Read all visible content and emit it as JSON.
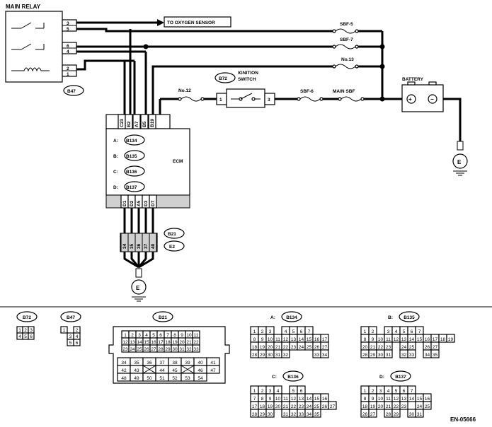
{
  "title_main_relay": "MAIN RELAY",
  "to_oxygen_sensor": "TO OXYGEN SENSOR",
  "fuses": {
    "sbf5": "SBF-5",
    "sbf7": "SBF-7",
    "no13": "No.13",
    "no12": "No.12",
    "sbf6": "SBF-6",
    "main_sbf": "MAIN SBF"
  },
  "battery": "BATTERY",
  "ignition": {
    "label_1": "IGNITION",
    "label_2": "SWITCH",
    "connector": "B72",
    "pin_left": "1",
    "pin_right": "3"
  },
  "relay": {
    "connector": "B47",
    "pins": [
      "3",
      "5",
      "6",
      "4",
      "2",
      "1"
    ]
  },
  "ecm": {
    "label": "ECM",
    "top_pins": [
      "C23",
      "B2",
      "A7",
      "B5",
      "B19"
    ],
    "bottom_pins": [
      "D1",
      "D2",
      "A5",
      "D3",
      "D7"
    ],
    "connectors": [
      {
        "prefix": "A:",
        "id": "B134"
      },
      {
        "prefix": "B:",
        "id": "B135"
      },
      {
        "prefix": "C:",
        "id": "B136"
      },
      {
        "prefix": "D:",
        "id": "B137"
      }
    ]
  },
  "ground_connector": {
    "ids": [
      "B21",
      "E2"
    ],
    "pins": [
      "34",
      "35",
      "36",
      "37",
      "40"
    ]
  },
  "ground_label": "E",
  "figure_id": "EN-05666",
  "legend": {
    "b72": {
      "id": "B72",
      "rows": [
        [
          "1",
          "2",
          "3"
        ],
        [
          "4",
          "5",
          "6"
        ]
      ]
    },
    "b47": {
      "id": "B47",
      "rows": [
        [
          "1",
          "",
          "2"
        ],
        [
          "",
          "3",
          "4"
        ],
        [
          "",
          "5",
          "6"
        ]
      ]
    },
    "b21": {
      "id": "B21",
      "top": [
        [
          "1",
          "2",
          "3",
          "4",
          "5",
          "6",
          "7",
          "8",
          "9",
          "10",
          "11"
        ],
        [
          "12",
          "13",
          "14",
          "15",
          "16",
          "17",
          "18",
          "19",
          "20",
          "21",
          "22"
        ],
        [
          "23",
          "24",
          "25",
          "26",
          "27",
          "28",
          "29",
          "30",
          "31",
          "32",
          "33"
        ]
      ],
      "bottom": [
        [
          "34",
          "35",
          "36",
          "37",
          "38",
          "39",
          "40",
          "41"
        ],
        [
          "42",
          "43",
          "X",
          "44",
          "45",
          "X",
          "46",
          "47"
        ],
        [
          "48",
          "49",
          "50",
          "51",
          "52",
          "53",
          "54"
        ]
      ]
    },
    "a": {
      "prefix": "A:",
      "id": "B134",
      "rows": [
        [
          "1",
          "2",
          "3",
          "",
          "4",
          "5",
          "6",
          "7"
        ],
        [
          "8",
          "9",
          "10",
          "11",
          "12",
          "13",
          "14",
          "15",
          "16",
          "17"
        ],
        [
          "18",
          "19",
          "20",
          "21",
          "22",
          "23",
          "24",
          "25",
          "26",
          "27"
        ],
        [
          "28",
          "29",
          "30",
          "31",
          "32",
          "",
          "",
          "",
          "33",
          "34"
        ]
      ]
    },
    "b": {
      "prefix": "B:",
      "id": "B135",
      "rows": [
        [
          "1",
          "2",
          "",
          "3",
          "4",
          "5",
          "6",
          "7"
        ],
        [
          "8",
          "9",
          "10",
          "11",
          "12",
          "13",
          "14",
          "15",
          "16",
          "17",
          "18",
          "19"
        ],
        [
          "20",
          "21",
          "22",
          "23",
          "",
          "24",
          "25",
          "",
          "26",
          "27"
        ],
        [
          "28",
          "29",
          "30",
          "31",
          "",
          "32",
          "33",
          "",
          "34",
          "35"
        ]
      ]
    },
    "c": {
      "prefix": "C:",
      "id": "B136",
      "rows": [
        [
          "1",
          "2",
          "3",
          "4",
          "",
          "5",
          "6"
        ],
        [
          "7",
          "8",
          "9",
          "10",
          "11",
          "12",
          "13",
          "14",
          "15",
          "16"
        ],
        [
          "17",
          "18",
          "19",
          "20",
          "21",
          "22",
          "23",
          "24",
          "25",
          "26",
          "27"
        ],
        [
          "28",
          "29",
          "30",
          "",
          "31",
          "32",
          "33",
          "34",
          "35"
        ]
      ]
    },
    "d": {
      "prefix": "D:",
      "id": "B137",
      "rows": [
        [
          "1",
          "2",
          "3",
          "4",
          "5",
          "6",
          "7"
        ],
        [
          "8",
          "9",
          "10",
          "11",
          "12",
          "13",
          "14",
          "15",
          "16"
        ],
        [
          "18",
          "19",
          "20",
          "21",
          "22",
          "23",
          "",
          "24",
          "25"
        ],
        [
          "26",
          "27",
          "",
          "28",
          "29",
          "",
          "30",
          "31"
        ]
      ]
    }
  }
}
